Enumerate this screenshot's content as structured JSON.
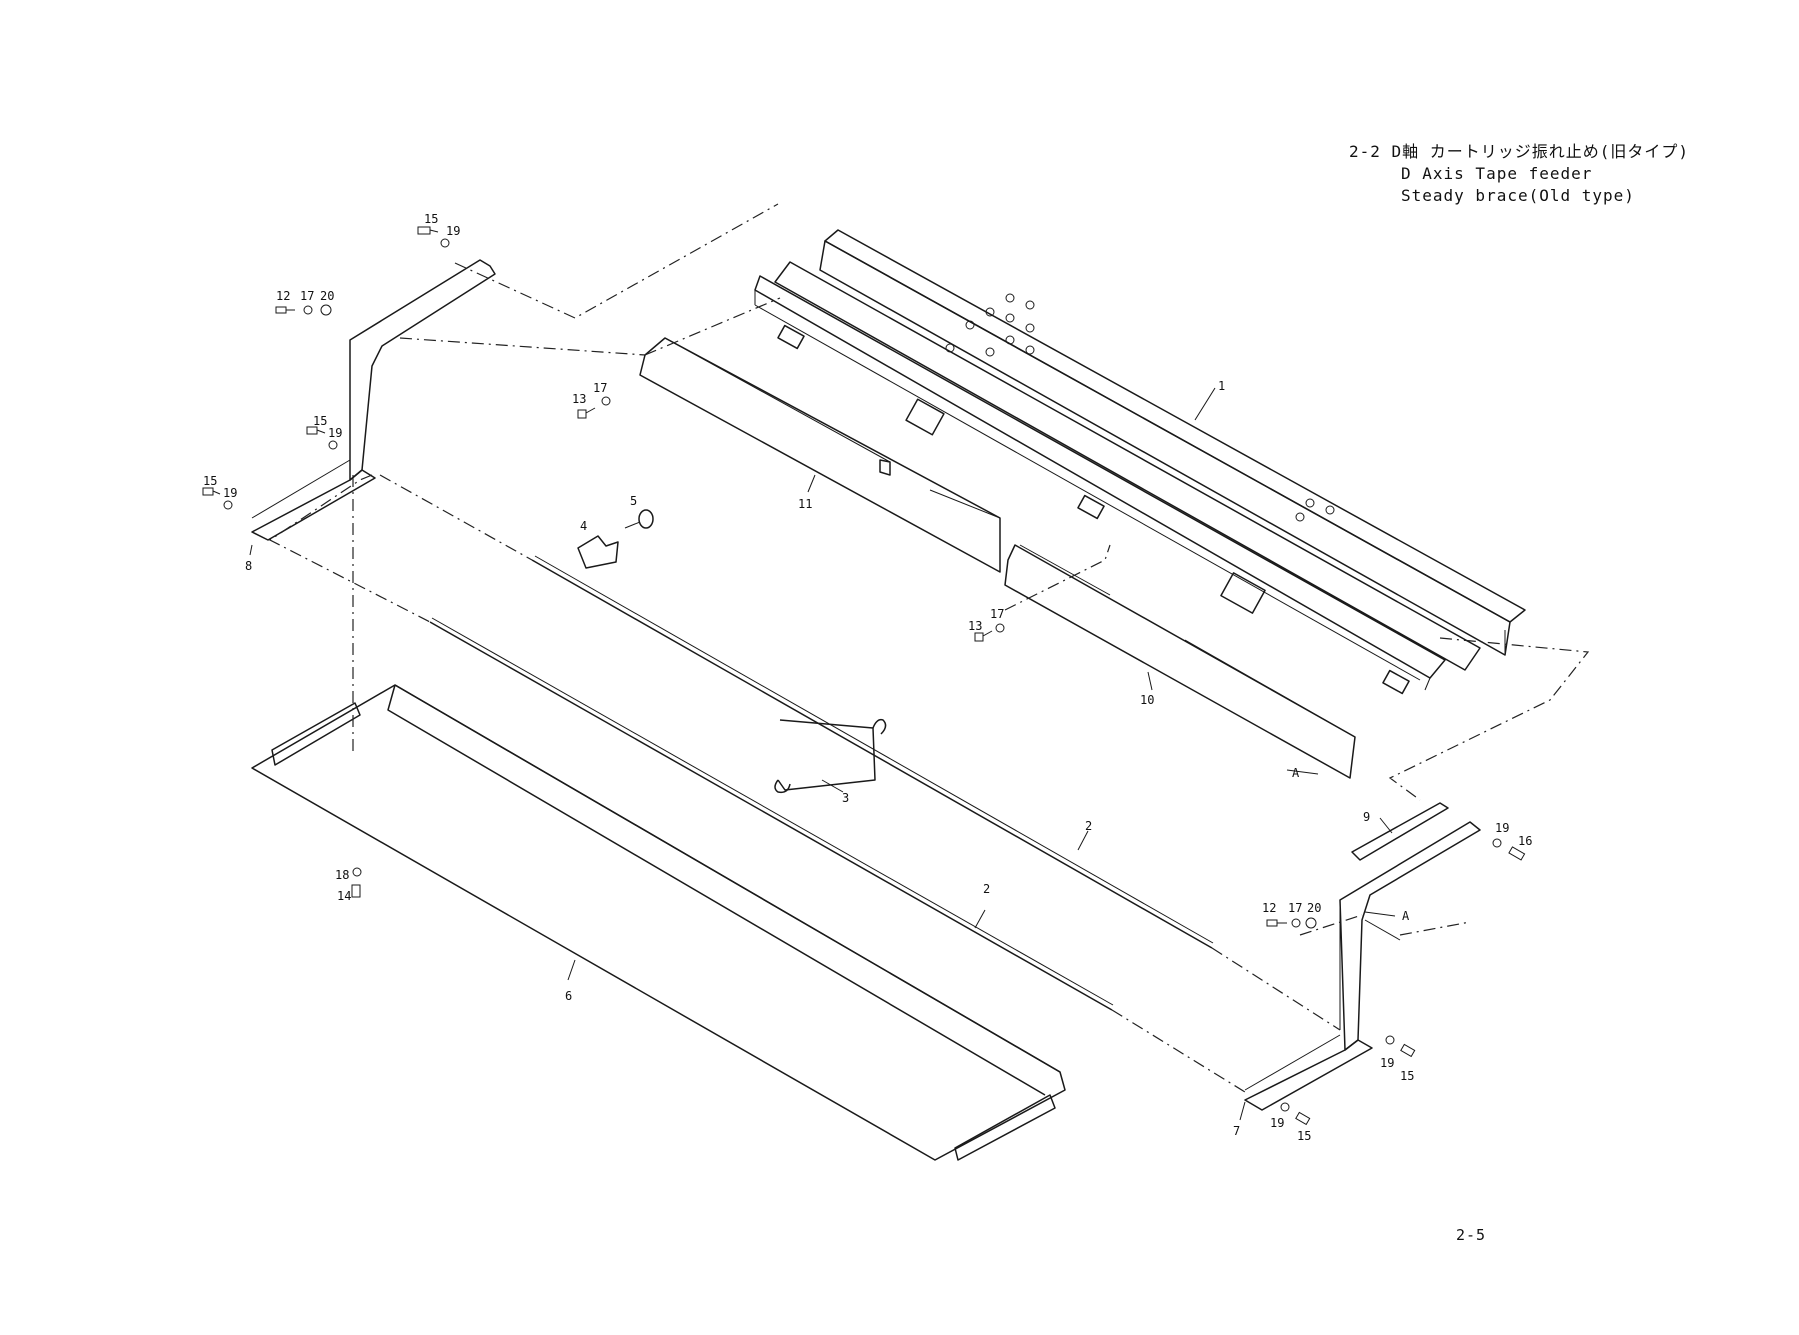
{
  "title": {
    "line1": "2-2 D軸 カートリッジ振れ止め(旧タイプ)",
    "line2": "D Axis Tape feeder",
    "line3": "Steady brace(Old type)"
  },
  "page_number": "2-5",
  "callouts": {
    "c1": "1",
    "c2a": "2",
    "c2b": "2",
    "c3": "3",
    "c4": "4",
    "c5": "5",
    "c6": "6",
    "c7": "7",
    "c8": "8",
    "c9": "9",
    "c10": "10",
    "c11": "11",
    "ref_a1": "A",
    "ref_a2": "A",
    "tl_15": "15",
    "tl_19": "19",
    "l_12": "12",
    "l_17": "17",
    "l_20": "20",
    "ml_15": "15",
    "ml_19": "19",
    "bl_15": "15",
    "bl_19": "19",
    "m13a": "13",
    "m17a": "17",
    "m13b": "13",
    "m17b": "17",
    "b18": "18",
    "b14": "14",
    "r19": "19",
    "r16": "16",
    "r12": "12",
    "r17": "17",
    "r20": "20",
    "rb19": "19",
    "rb15": "15",
    "rbb19": "19",
    "rbb15": "15"
  }
}
